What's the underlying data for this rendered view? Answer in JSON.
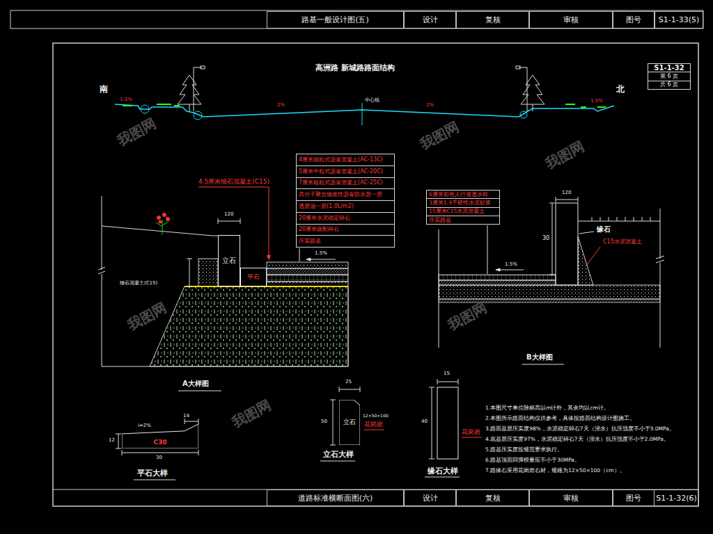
{
  "diagram": {
    "title": "高洲路 新城路路面结构",
    "nodes": [
      {
        "text": [
          "路基一般设计图(五)"
        ]
      },
      {
        "text": [
          "设计"
        ]
      },
      {
        "text": [
          "复核"
        ]
      },
      {
        "text": [
          "审核"
        ]
      },
      {
        "text": [
          "图号"
        ]
      },
      {
        "text": [
          "S1-1-33(5)"
        ]
      },
      {
        "text": [
          "S1-1-32",
          "第 6 页",
          "共 6 页"
        ]
      },
      {
        "text": [
          "4厘米细粒式沥青混凝土(AC-13C)",
          "5厘米中粒式沥青混凝土(AC-20C)",
          "7厘米粗粒式沥青混凝土(AC-25C)",
          "高分子聚合物改性沥青防水层一层",
          "透层油一层(1.0L/m2)",
          "20厘米水泥稳定碎石",
          "20厘米级配碎石",
          "压实路基"
        ]
      },
      {
        "text": [
          "6厘米彩色人行道透水砖",
          "3厘米1:3干硬性水泥砂浆",
          "15厘米C15水泥混凝土",
          "压实路基"
        ]
      },
      {
        "text": [
          "立石"
        ]
      },
      {
        "text": [
          "平石"
        ]
      },
      {
        "text": [
          "C30"
        ]
      },
      {
        "text": [
          "立石"
        ]
      },
      {
        "text": [
          "道路标准横断面图(六)"
        ]
      },
      {
        "text": [
          "设计"
        ]
      },
      {
        "text": [
          "复核"
        ]
      },
      {
        "text": [
          "审核"
        ]
      },
      {
        "text": [
          "图号"
        ]
      },
      {
        "text": [
          "S1-1-32(6)"
        ]
      }
    ],
    "labels": [
      "南",
      "北",
      "1.5%",
      "2%",
      "2%",
      "1.5%",
      "中心线",
      "4.5厘米细石混凝土(C15)",
      "120",
      "1.5%",
      "细石混凝土(C15)",
      "A大样图",
      "120",
      "缘石",
      "C15水泥混凝土",
      "1.5%",
      "30",
      "B大样图",
      "14",
      "i=2%",
      "12",
      "30",
      "平石大样",
      "25",
      "50",
      "12×50×100",
      "花岗岩",
      "立石大样",
      "15",
      "40",
      "花岗岩",
      "缘石大样",
      "1.本图尺寸单位除标高以m计外，其余均以cm计。",
      "2.本图所示路面结构仅供参考，具体按路面结构设计图施工。",
      "3.路面基层压实度98%，水泥稳定碎石7天（浸水）抗压强度不小于3.0MPa。",
      "4.底基层压实度97%，水泥稳定碎石7天（浸水）抗压强度不小于2.0MPa。",
      "5.路基压实度按规范要求执行。",
      "6.路基顶面回弹模量应不小于30MPa。",
      "7.路缘石采用花岗岩石材，规格为12×50×100（cm）。",
      "我图网",
      "我图网",
      "我图网",
      "我图网",
      "我图网",
      "我图网"
    ]
  }
}
